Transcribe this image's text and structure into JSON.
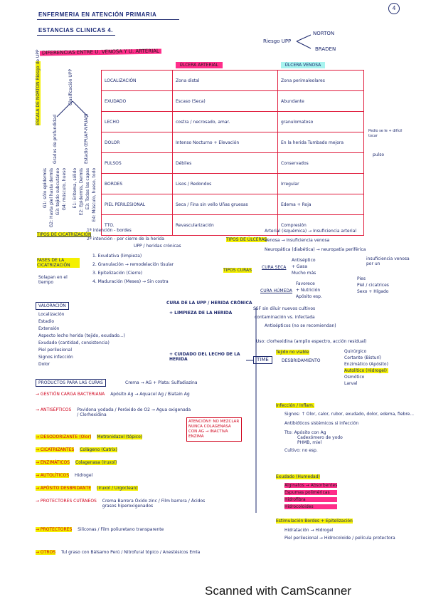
{
  "header": {
    "title_line1": "ENFERMERIA EN ATENCIÓN PRIMARIA",
    "title_line2": "ESTANCIAS CLINICAS 4.",
    "page_number": "4",
    "risk_label": "Riesgo UPP",
    "risk_scales": [
      "NORTON",
      "BRADEN"
    ]
  },
  "differences": {
    "heading": "DIFERENCIAS ENTRE U. VENOSA Y U. ARTERIAL",
    "col_arterial": "ÚLCERA ARTERIAL",
    "col_venosa": "ÚLCERA VENOSA",
    "rows": [
      {
        "label": "LOCALIZACIÓN",
        "arterial": "Zona distal",
        "venosa": "Zona perimaleolares"
      },
      {
        "label": "EXUDADO",
        "arterial": "Escaso (Seca)",
        "venosa": "Abundante"
      },
      {
        "label": "LECHO",
        "arterial": "costra / necrosado, amar.",
        "venosa": "granulomatoso"
      },
      {
        "label": "DOLOR",
        "arterial": "Intenso Nocturno + Elevación",
        "venosa": "En la herida Tumbado mejora"
      },
      {
        "label": "PULSOS",
        "arterial": "Débiles",
        "venosa": "Conservados"
      },
      {
        "label": "BORDES",
        "arterial": "Lisos / Redondos",
        "venosa": "Irregular"
      },
      {
        "label": "PIEL PERILESIONAL",
        "arterial": "Seca / Fina sin vello Uñas gruesas",
        "venosa": "Edema + Roja"
      },
      {
        "label": "TTO.",
        "arterial": "Revascularización",
        "venosa": "Compresión"
      }
    ],
    "side_notes": [
      "Pedio se le + difícil tocar",
      "pulso"
    ]
  },
  "left_tree": {
    "root": "ESCALA DE NORTON Riesgo de UPP",
    "branch1": "Clasificación UPP",
    "branch2": "Grados de profundidad",
    "branch3": "Estadio (EPUAP-NPUAP)",
    "grades": [
      "G1: sólo epidermis",
      "G2: Hasta piel hasta dermis",
      "G3: tejido subcutáneo",
      "G4: músculo, hueso"
    ],
    "stages": [
      "E1: Eritema, sólido",
      "E2: Epidermis, Dermis",
      "E3: Todas las capas",
      "E4: Músculo, hueso, todo"
    ]
  },
  "mid_section": {
    "tipos_cicatrizacion_label": "TIPOS DE CICATRIZACIÓN",
    "tipos_cicatrizacion": [
      "1ª intención - bordes",
      "2ª intención - por cierre de la herida",
      "UPP / heridas crónicas"
    ],
    "fases_label": "FASES DE LA CICATRIZACIÓN",
    "fases_note": "Solapan en el tiempo",
    "fases": [
      "1. Exudativa (limpieza)",
      "2. Granulación → remodelación tisular",
      "3. Epitelización (Cierre)",
      "4. Maduración (Meses) → Sin costra"
    ],
    "tipos_ulceras_label": "TIPOS DE ÚLCERAS",
    "tipos_ulceras": [
      "Arterial (isquémica) → Insuficiencia arterial",
      "Venosa → Insuficiencia venosa",
      "Neuropática (diabética) → neuropatía periférica"
    ],
    "insuf_note": "insuficiencia venosa por un",
    "tipos_curas_label": "TIPOS CURAS",
    "cura_seca": "CURA SECA",
    "cura_seca_items": [
      "Antiséptico",
      "+ Gasa",
      "Mucho más"
    ],
    "cura_humeda": "CURA HÚMEDA",
    "cura_humeda_items": [
      "Favorece",
      "+ Nutrición",
      "Apósito esp."
    ],
    "cura_note": [
      "Pies",
      "Piel / cicatrices",
      "Sexo + Hígado"
    ],
    "cura_upp": "CURA DE LA UPP / HERIDA CRÓNICA"
  },
  "valoracion": {
    "heading": "VALORACIÓN",
    "items": [
      "Localización",
      "Estadio",
      "Extensión",
      "Aspecto lecho herida (tejido, exudado...)",
      "Exudado (cantidad, consistencia)",
      "Piel perilesional",
      "Signos infección",
      "Dolor"
    ]
  },
  "limpieza": {
    "title": "+ LIMPIEZA DE LA HERIDA",
    "ssf": "SSF sin diluir nuevos cultivos",
    "items": [
      "contaminación vs. infectada",
      "Antisépticos (no se recomiendan)",
      "Uso: clorhexidina (amplio espectro, acción residual)"
    ]
  },
  "cuidado": {
    "title": "+ CUIDADO DEL LECHO DE LA HERIDA",
    "time": "TIME",
    "t_title": "Tejido no viable",
    "t_sub": "DESBRIDAMIENTO",
    "t_types": [
      "Quirúrgico",
      "Cortante (Bisturí)",
      "Enzimático (Apósito)",
      "Autolítico (Hidrogel)",
      "Osmótico",
      "Larval"
    ],
    "i_title": "Infección / Inflam.",
    "i_items": [
      "Signos: ↑ Olor, calor, rubor, exudado, dolor, edema, fiebre...",
      "Antibióticos sistémicos si infección",
      "Tto: Apósito con Ag",
      "Cadexómero de yodo",
      "PHMB, miel",
      "Cultivo: no esp."
    ],
    "m_title": "Exudado (Humedad)",
    "m_items": [
      "Alginatos → Absorbentes",
      "Espumas poliméricas",
      "Hidrofibra",
      "Hidrocoloides"
    ],
    "e_title": "Estimulación Bordes + Epitelización",
    "e_items": [
      "Hidratación → Hidrogel",
      "Piel perilesional → Hidrocoloide / película protectora"
    ]
  },
  "productos": {
    "heading": "PRODUCTOS PARA LAS CURAS",
    "crema": "Crema → AG + Plata: Sulfadiazina",
    "items": [
      {
        "label": "→ GESTIÓN CARGA BACTERIANA",
        "note": "Apósito Ag → Aquacel Ag / Biatain Ag"
      },
      {
        "label": "→ ANTISÉPTICOS",
        "note": "Povidona yodada / Peróxido de O2 → Agua oxigenada / Clorhexidina"
      },
      {
        "label": "→ DESODORIZANTE (Olor)",
        "note": "Metronidazol (tópico)"
      },
      {
        "label": "→ CICATRIZANTES",
        "note": "Colágeno (Catrix)"
      },
      {
        "label": "→ ENZIMÁTICOS",
        "note": "Colagenasa (Iruxol)"
      },
      {
        "label": "→ AUTOLÍTICOS",
        "note": "Hidrogel"
      },
      {
        "label": "→ APÓSITO DESBRIDANTE",
        "note": "(Iruxol / Urgoclean)"
      },
      {
        "label": "→ PROTECTORES CUTÁNEOS",
        "note": "Crema Barrera Óxido zinc / Film barrera / Ácidos grasos hiperoxigenados"
      },
      {
        "label": "→ PROTECTORES",
        "note": "Siliconas / Film poliuretano transparente"
      },
      {
        "label": "→ OTROS",
        "note": "Tul graso con Bálsamo Perú / Nitrofural tópico / Anestésicos Emla"
      }
    ],
    "atencion": "ATENCIÓN!! NO MEZCLAR NUNCA COLAGENASA CON AG → INACTIVA ENZIMA"
  },
  "footer": {
    "text": "Scanned with CamScanner"
  }
}
